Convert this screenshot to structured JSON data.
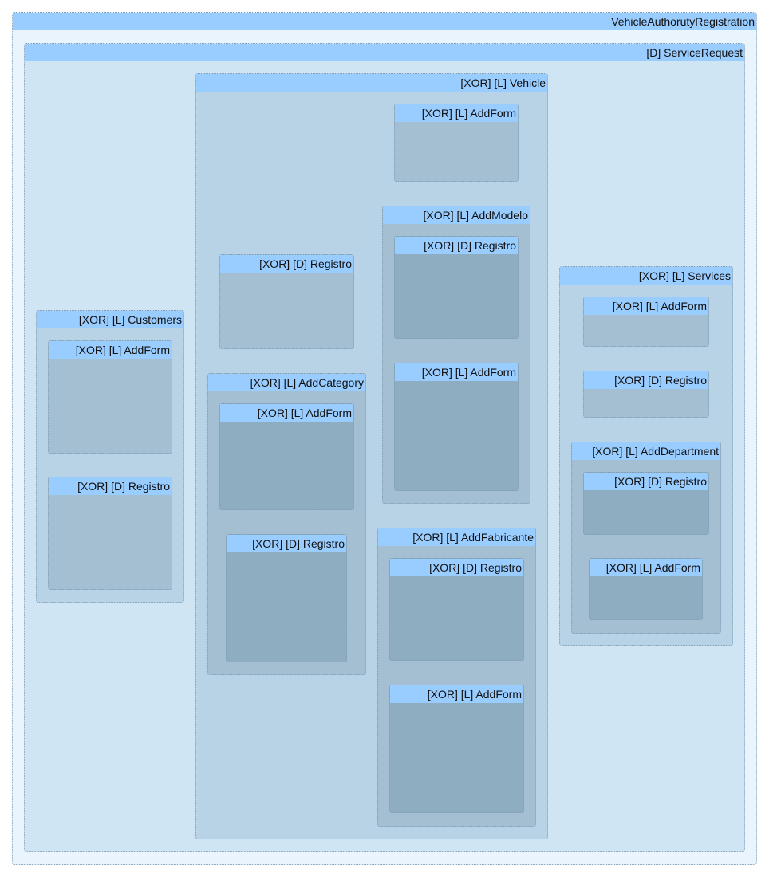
{
  "diagram": {
    "root": {
      "label": "VehicleAuthorutyRegistration"
    },
    "service_request": {
      "label": "[D] ServiceRequest"
    },
    "customers": {
      "label": "[XOR] [L] Customers",
      "add_form": "[XOR] [L] AddForm",
      "registro": "[XOR] [D] Registro"
    },
    "vehicle": {
      "label": "[XOR] [L] Vehicle",
      "add_form": "[XOR] [L] AddForm",
      "registro": "[XOR] [D] Registro",
      "add_category": {
        "label": "[XOR] [L] AddCategory",
        "add_form": "[XOR] [L] AddForm",
        "registro": "[XOR] [D] Registro"
      },
      "add_modelo": {
        "label": "[XOR] [L] AddModelo",
        "registro": "[XOR] [D] Registro",
        "add_form": "[XOR] [L] AddForm"
      },
      "add_fabricante": {
        "label": "[XOR] [L] AddFabricante",
        "registro": "[XOR] [D] Registro",
        "add_form": "[XOR] [L] AddForm"
      }
    },
    "services": {
      "label": "[XOR] [L] Services",
      "add_form": "[XOR] [L] AddForm",
      "registro": "[XOR] [D] Registro",
      "add_department": {
        "label": "[XOR] [L] AddDepartment",
        "registro": "[XOR] [D] Registro",
        "add_form": "[XOR] [L] AddForm"
      }
    }
  }
}
